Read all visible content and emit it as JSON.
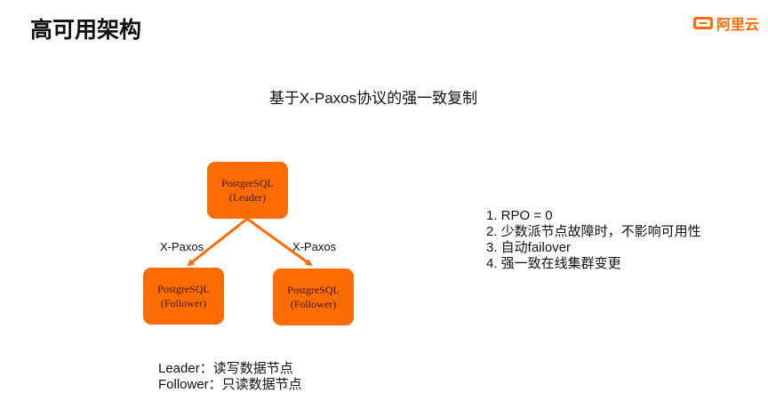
{
  "slide": {
    "title": "高可用架构",
    "logo_text": "阿里云",
    "subtitle": "基于X-Paxos协议的强一致复制"
  },
  "diagram": {
    "nodes": [
      {
        "line1": "PostgreSQL",
        "line2": "(Leader)"
      },
      {
        "line1": "PostgreSQL",
        "line2": "(Follower)"
      },
      {
        "line1": "PostgreSQL",
        "line2": "(Follower)"
      }
    ],
    "edge_labels": [
      "X-Paxos",
      "X-Paxos"
    ],
    "color": "#fd6c02"
  },
  "points": [
    "1. RPO = 0",
    "2. 少数派节点故障时，不影响可用性",
    "3. 自动failover",
    "4. 强一致在线集群变更"
  ],
  "legend": [
    "Leader：读写数据节点",
    "Follower：只读数据节点"
  ]
}
